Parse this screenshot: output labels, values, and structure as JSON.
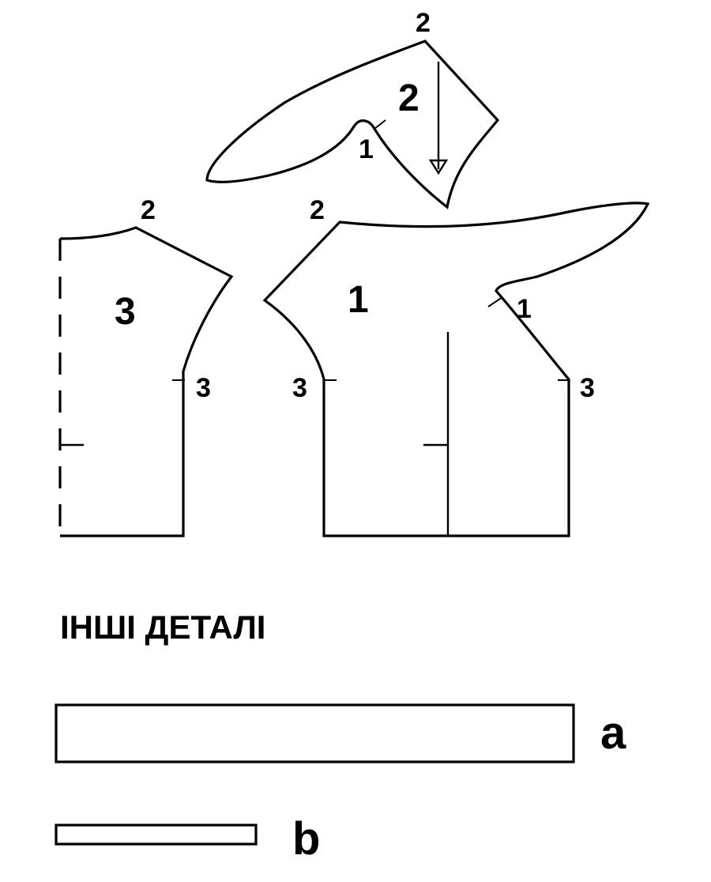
{
  "pieces": {
    "piece1": {
      "number": "1"
    },
    "piece2": {
      "number": "2"
    },
    "piece3": {
      "number": "3"
    }
  },
  "marks": {
    "mark1": "1",
    "mark2": "2",
    "mark3": "3"
  },
  "section_title": "ІНШІ ДЕТАЛІ",
  "strips": {
    "strip_a": {
      "label": "a"
    },
    "strip_b": {
      "label": "b"
    }
  },
  "colors": {
    "line": "#000000",
    "background": "#ffffff"
  }
}
